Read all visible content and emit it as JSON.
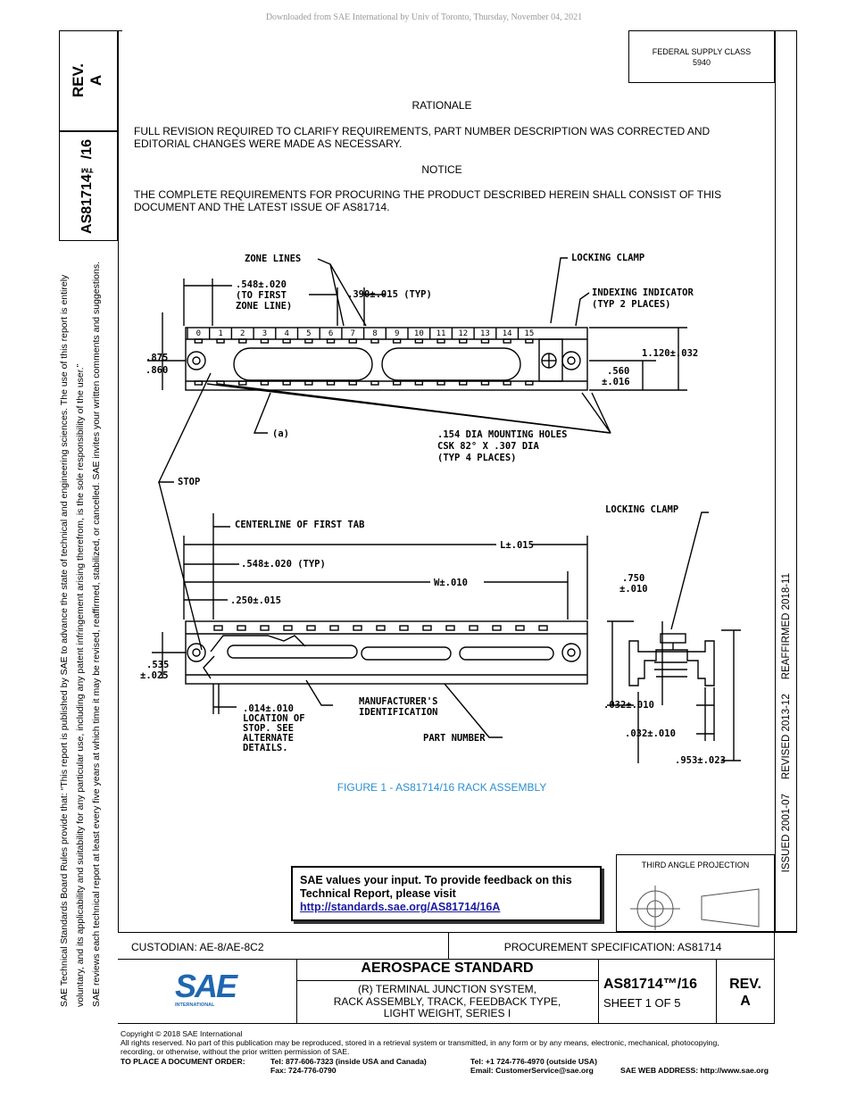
{
  "download_note": "Downloaded from SAE International by Univ of Toronto, Thursday, November 04, 2021",
  "left_column": {
    "rev_label": "REV.",
    "rev_value": "A",
    "doc_number": "AS81714™/16",
    "rules_line1": "SAE Technical Standards Board Rules provide that: “This report is published by SAE to advance the state of technical and engineering sciences. The use of this report is entirely",
    "rules_line2": "voluntary, and its applicability and suitability for any particular use, including any patent infringement arising therefrom, is the sole responsibility of the user.”",
    "rules_line3": "SAE reviews each technical report at least every five years at which time it may be revised, reaffirmed, stabilized, or cancelled. SAE invites your written comments and suggestions."
  },
  "right_strip": {
    "issued_text": "ISSUED 2001-07     REVISED 2013-12     REAFFIRMED 2018-11"
  },
  "federal_supply": {
    "label": "FEDERAL SUPPLY CLASS",
    "value": "5940"
  },
  "rationale": {
    "heading": "RATIONALE",
    "text": "FULL REVISION REQUIRED TO CLARIFY REQUIREMENTS, PART NUMBER DESCRIPTION WAS CORRECTED AND EDITORIAL CHANGES WERE MADE AS NECESSARY."
  },
  "notice": {
    "heading": "NOTICE",
    "text": "THE COMPLETE REQUIREMENTS FOR PROCURING THE PRODUCT DESCRIBED HEREIN SHALL CONSIST OF THIS DOCUMENT AND THE LATEST ISSUE OF AS81714."
  },
  "figure": {
    "caption": "FIGURE 1 - AS81714/16 RACK ASSEMBLY",
    "labels": {
      "zone_lines": "ZONE LINES",
      "locking_clamp": "LOCKING CLAMP",
      "first_zone_dim": ".548±.020",
      "first_zone_note1": "(TO FIRST",
      "first_zone_note2": "ZONE LINE)",
      "pitch_dim": ".390±.015 (TYP)",
      "indexing1": "INDEXING INDICATOR",
      "indexing2": "(TYP 2 PLACES)",
      "height_dim": "1.120±.032",
      "dim_875": ".875",
      "dim_860": ".860",
      "dim_560": ".560",
      "dim_016": "±.016",
      "note_a": "(a)",
      "mount1": ".154 DIA MOUNTING HOLES",
      "mount2": "CSK 82° X .307 DIA",
      "mount3": "(TYP 4 PLACES)",
      "stop": "STOP",
      "centerline": "CENTERLINE OF FIRST TAB",
      "locking_clamp2": "LOCKING CLAMP",
      "l_dim": "L±.015",
      "tab_dim": ".548±.020 (TYP)",
      "w_dim": "W±.010",
      "dim_250": ".250±.015",
      "dim_750": ".750",
      "dim_750tol": "±.010",
      "dim_535": ".535",
      "dim_535tol": "±.025",
      "stop1": ".014±.010",
      "stop2": "LOCATION OF",
      "stop3": "STOP. SEE",
      "stop4": "ALTERNATE",
      "stop5": "DETAILS.",
      "mfr1": "MANUFACTURER'S",
      "mfr2": "IDENTIFICATION",
      "part_number": "PART NUMBER",
      "dim_032a": ".032±.010",
      "dim_032b": ".032±.010",
      "dim_953": ".953±.023"
    },
    "zone_numbers": [
      "0",
      "1",
      "2",
      "3",
      "4",
      "5",
      "6",
      "7",
      "8",
      "9",
      "10",
      "11",
      "12",
      "13",
      "14",
      "15"
    ]
  },
  "feedback": {
    "text1": "SAE values your input. To provide feedback on this",
    "text2": "Technical Report, please visit",
    "link": "http://standards.sae.org/AS81714/16A"
  },
  "third_angle": {
    "label": "THIRD ANGLE PROJECTION"
  },
  "title_block": {
    "custodian": "CUSTODIAN: AE-8/AE-8C2",
    "procurement": "PROCUREMENT SPECIFICATION: AS81714",
    "standard_type": "AEROSPACE STANDARD",
    "title_line1": "(R) TERMINAL JUNCTION SYSTEM,",
    "title_line2": "RACK ASSEMBLY, TRACK, FEEDBACK TYPE,",
    "title_line3": "LIGHT WEIGHT, SERIES I",
    "doc_number": "AS81714™/16",
    "sheet": "SHEET 1 OF 5",
    "rev_label": "REV.",
    "rev_value": "A",
    "logo_text": "SAE",
    "logo_sub": "INTERNATIONAL"
  },
  "colors": {
    "logo_blue": "#1f66b1",
    "caption_blue": "#2a8fd0",
    "link_blue": "#1a1aa0"
  },
  "footer": {
    "copyright": "Copyright © 2018 SAE International",
    "rights1": "All rights reserved. No part of this publication may be reproduced, stored in a retrieval system or transmitted, in any form or by any means, electronic, mechanical, photocopying,",
    "rights2": "recording, or otherwise, without the prior written permission of SAE.",
    "order_label": "TO PLACE A DOCUMENT ORDER:",
    "tel_us": "Tel: 877-606-7323 (inside USA and Canada)",
    "tel_intl": "Tel: +1 724-776-4970 (outside USA)",
    "fax": "Fax: 724-776-0790",
    "email": "Email: CustomerService@sae.org",
    "web": "SAE WEB ADDRESS: http://www.sae.org"
  }
}
